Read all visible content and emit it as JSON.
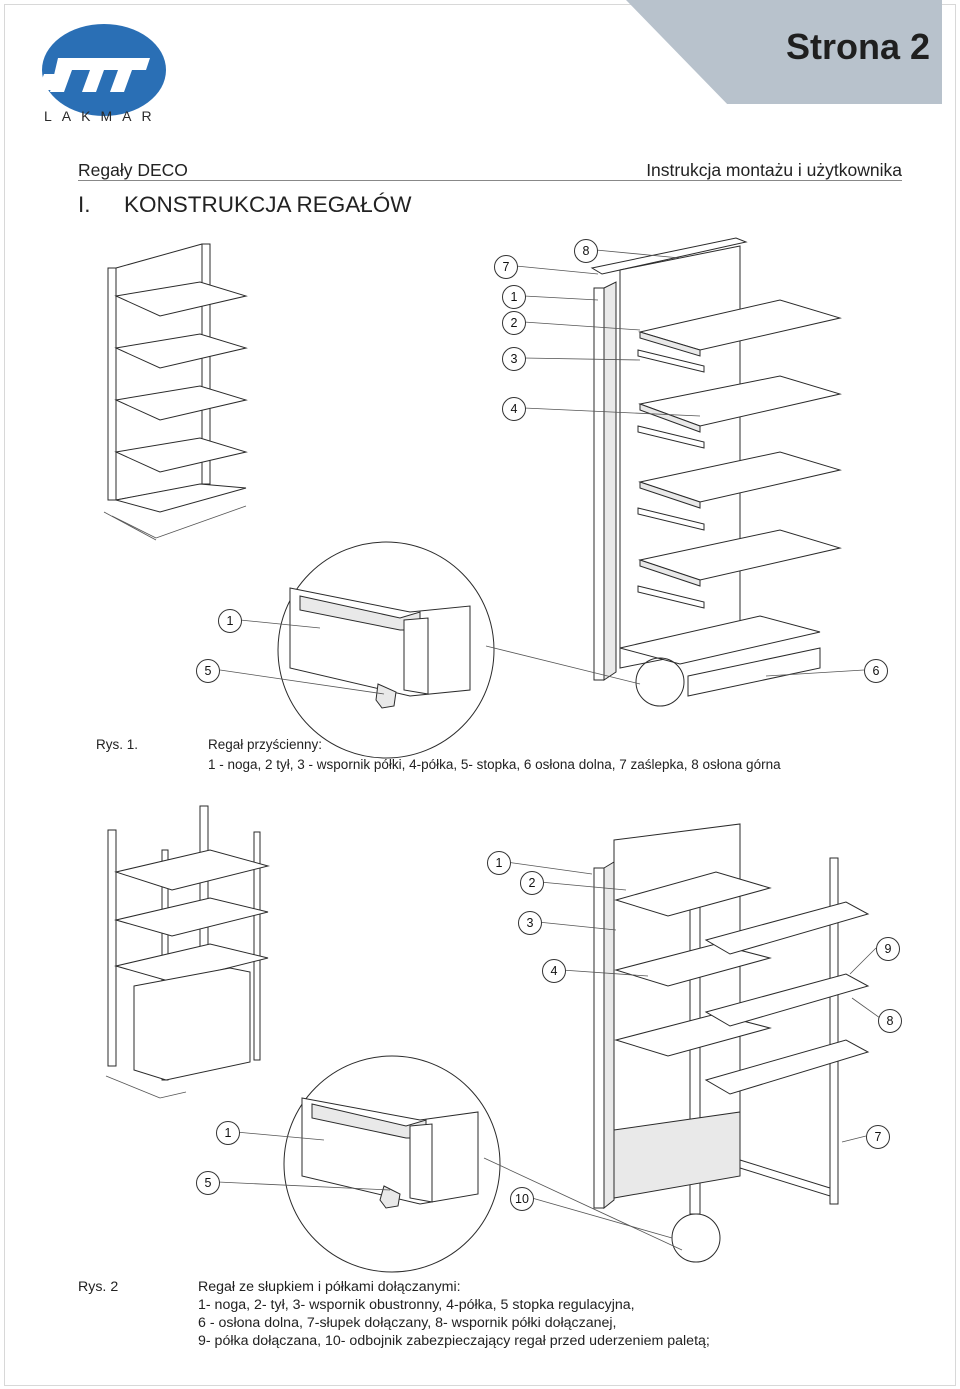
{
  "header": {
    "page_label": "Strona 2",
    "product": "Regały DECO",
    "manual": "Instrukcja montażu i użytkownika",
    "brand": "LAKMAR",
    "brand_color": "#2a6fb5",
    "tab_color": "#b8c2cc"
  },
  "section": {
    "number": "I.",
    "title": "KONSTRUKCJA REGAŁÓW"
  },
  "figure1": {
    "callouts": [
      "7",
      "8",
      "1",
      "2",
      "3",
      "4",
      "1",
      "5",
      "6"
    ],
    "caption_label": "Rys. 1.",
    "caption_title": "Regał przyścienny:",
    "caption_text": "1 - noga, 2 tył, 3 - wspornik półki, 4-półka, 5- stopka, 6 osłona dolna, 7 zaślepka, 8 osłona górna"
  },
  "figure2": {
    "callouts": [
      "1",
      "2",
      "3",
      "4",
      "9",
      "8",
      "1",
      "7",
      "5",
      "10"
    ],
    "caption_label": "Rys. 2",
    "caption_title": "Regał ze słupkiem i półkami dołączanymi:",
    "caption_lines": [
      "1-  noga, 2- tył, 3- wspornik obustronny, 4-półka, 5 stopka regulacyjna,",
      "6 - osłona dolna, 7-słupek dołączany, 8- wspornik półki dołączanej,",
      "9- półka dołączana, 10- odbojnik zabezpieczający regał przed uderzeniem paletą;"
    ]
  }
}
